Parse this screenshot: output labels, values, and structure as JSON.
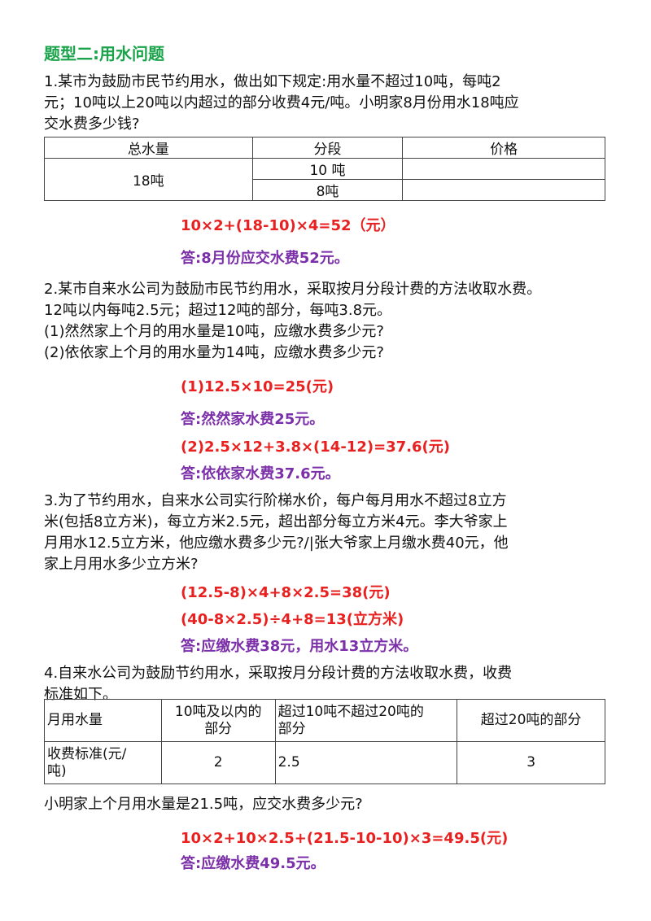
{
  "title": "题型二:用水问题",
  "q1": {
    "lines": [
      "1.某市为鼓励市民节约用水，做出如下规定:用水量不超过10吨，每吨2",
      "元；10吨以上20吨以内超过的部分收费4元/吨。小明家8月份用水18吨应",
      "交水费多少钱?"
    ],
    "table": {
      "headers": [
        "总水量",
        "分段",
        "价格"
      ],
      "total": "18吨",
      "segments": [
        "10 吨",
        "8吨"
      ],
      "prices": [
        "",
        ""
      ]
    },
    "formula": "10×2+(18-10)×4=52（元）",
    "answer": "答:8月份应交水费52元。"
  },
  "q2": {
    "lines": [
      "2.某市自来水公司为鼓励市民节约用水，采取按月分段计费的方法收取水费。",
      "12吨以内每吨2.5元；超过12吨的部分，每吨3.8元。",
      "(1)然然家上个月的用水量是10吨，应缴水费多少元?",
      "(2)依依家上个月的用水量为14吨，应缴水费多少元?"
    ],
    "formula1": "(1)12.5×10=25(元)",
    "answer1": "答:然然家水费25元。",
    "formula2": "(2)2.5×12+3.8×(14-12)=37.6(元)",
    "answer2": "答:依依家水费37.6元。"
  },
  "q3": {
    "lines": [
      "3.为了节约用水，自来水公司实行阶梯水价，每户每月用水不超过8立方",
      "米(包括8立方米)，每立方米2.5元，超出部分每立方米4元。李大爷家上",
      "月用水12.5立方米，他应缴水费多少元?/|张大爷家上月缴水费40元，他",
      "家上月用水多少立方米?"
    ],
    "formula1": "(12.5-8)×4+8×2.5=38(元)",
    "formula2": "(40-8×2.5)÷4+8=13(立方米)",
    "answer": "答:应缴水费38元，用水13立方米。"
  },
  "q4": {
    "lines": [
      "4.自来水公司为鼓励节约用水，采取按月分段计费的方法收取水费，收费",
      "标准如下。"
    ],
    "table": {
      "row1": [
        "月用水量",
        "10吨及以内的",
        "部分",
        "超过10吨不超过20吨的",
        "部分",
        "超过20吨的部分"
      ],
      "row2": [
        "收费标准(元/",
        "吨)",
        "2",
        "2.5",
        "3"
      ]
    },
    "question": "小明家上个月用水量是21.5吨，应交水费多少元?",
    "formula": "10×2+10×2.5+(21.5-10-10)×3=49.5(元)",
    "answer": "答:应缴水费49.5元。"
  },
  "colors": {
    "title": "#1aa34a",
    "formula": "#e8201f",
    "answer": "#7b2fa8"
  }
}
